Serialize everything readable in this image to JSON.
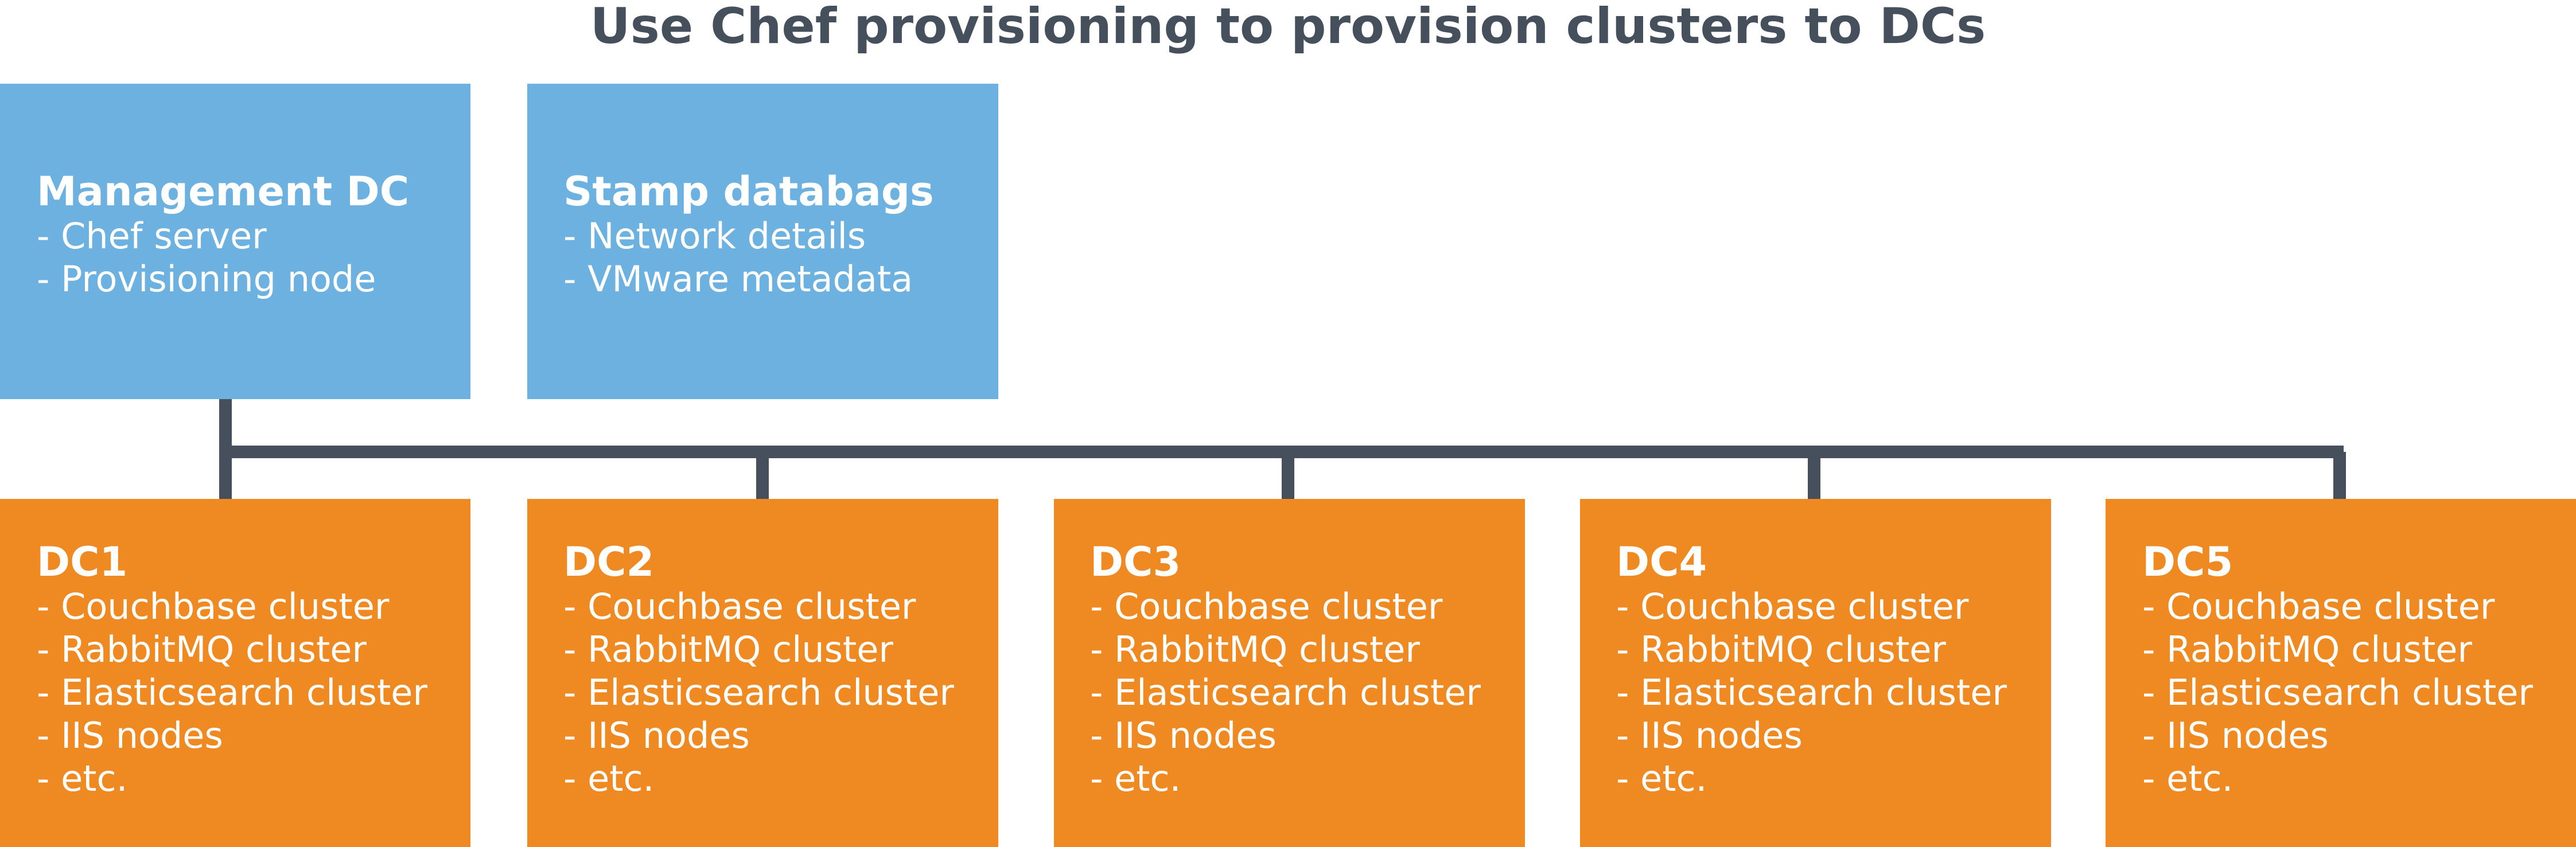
{
  "title": "Use Chef provisioning to provision clusters to DCs",
  "top_boxes": [
    {
      "heading": "Management DC",
      "lines": [
        "- Chef server",
        "- Provisioning node"
      ]
    },
    {
      "heading": "Stamp databags",
      "lines": [
        "- Network details",
        "- VMware metadata"
      ]
    }
  ],
  "dc_boxes": [
    {
      "heading": "DC1",
      "lines": [
        "- Couchbase cluster",
        "- RabbitMQ cluster",
        "- Elasticsearch cluster",
        "- IIS nodes",
        "- etc."
      ]
    },
    {
      "heading": "DC2",
      "lines": [
        "- Couchbase cluster",
        "- RabbitMQ cluster",
        "- Elasticsearch cluster",
        "- IIS nodes",
        "- etc."
      ]
    },
    {
      "heading": "DC3",
      "lines": [
        "- Couchbase cluster",
        "- RabbitMQ cluster",
        "- Elasticsearch cluster",
        "- IIS nodes",
        "- etc."
      ]
    },
    {
      "heading": "DC4",
      "lines": [
        "- Couchbase cluster",
        "- RabbitMQ cluster",
        "- Elasticsearch cluster",
        "- IIS nodes",
        "- etc."
      ]
    },
    {
      "heading": "DC5",
      "lines": [
        "- Couchbase cluster",
        "- RabbitMQ cluster",
        "- Elasticsearch cluster",
        "- IIS nodes",
        "- etc."
      ]
    }
  ],
  "colors": {
    "title_text": "#46505d",
    "top_box_fill": "#6db1e1",
    "dc_box_fill": "#ef8a23",
    "connector": "#46505d",
    "box_text": "#ffffff"
  }
}
